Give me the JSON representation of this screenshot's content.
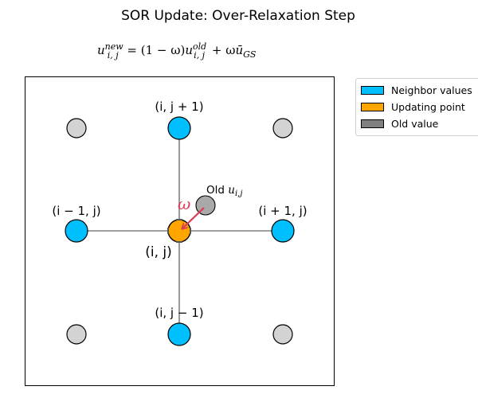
{
  "title": "SOR Update: Over-Relaxation Step",
  "equation": {
    "lhs_base": "u",
    "lhs_sup": "new",
    "lhs_sub": "i, j",
    "middle": " = (1 − ω)",
    "old_base": "u",
    "old_sup": "old",
    "old_sub": "i, j",
    "rhs": " + ω",
    "gs_base": "ū",
    "gs_sub": "GS"
  },
  "colors": {
    "neighbor": "#00bfff",
    "updating": "#ffa500",
    "old": "#a9a9a9",
    "old_legend": "#808080",
    "corner": "#d3d3d3",
    "arrow": "#dc3c5a",
    "connector": "#808080"
  },
  "nodes": {
    "top": {
      "label": "(i, j + 1)",
      "role": "neighbor"
    },
    "left": {
      "label": "(i − 1, j)",
      "role": "neighbor"
    },
    "right": {
      "label": "(i + 1, j)",
      "role": "neighbor"
    },
    "bottom": {
      "label": "(i, j − 1)",
      "role": "neighbor"
    },
    "center": {
      "label": "(i, j)",
      "role": "updating"
    },
    "old": {
      "label_prefix": "Old ",
      "label_base": "u",
      "label_sub": "i,j",
      "role": "old"
    }
  },
  "arrow": {
    "label": "ω"
  },
  "legend": {
    "items": [
      {
        "label": "Neighbor values",
        "color_key": "neighbor"
      },
      {
        "label": "Updating point",
        "color_key": "updating"
      },
      {
        "label": "Old value",
        "color_key": "old_legend"
      }
    ]
  }
}
